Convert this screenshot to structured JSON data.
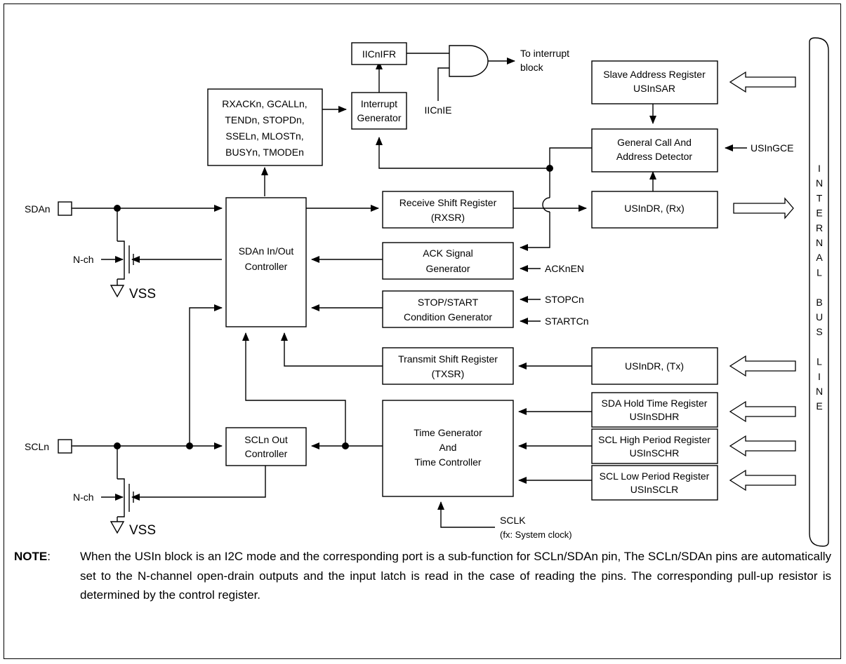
{
  "blocks": {
    "iicnifr": "IICnIFR",
    "to_interrupt": [
      "To interrupt",
      "block"
    ],
    "iicnie": "IICnIE",
    "interrupt_generator": [
      "Interrupt",
      "Generator"
    ],
    "status_flags": [
      "RXACKn, GCALLn,",
      "TENDn, STOPDn,",
      "SSELn, MLOSTn,",
      "BUSYn, TMODEn"
    ],
    "slave_address": [
      "Slave Address Register",
      "USInSAR"
    ],
    "general_call": [
      "General Call And",
      "Address Detector"
    ],
    "usingce": "USInGCE",
    "receive_shift": [
      "Receive Shift Register",
      "(RXSR)"
    ],
    "usindr_rx": "USInDR, (Rx)",
    "sdan_controller": [
      "SDAn In/Out",
      "Controller"
    ],
    "ack_generator": [
      "ACK Signal",
      "Generator"
    ],
    "acknen": "ACKnEN",
    "stop_start": [
      "STOP/START",
      "Condition Generator"
    ],
    "stopcn": "STOPCn",
    "startcn": "STARTCn",
    "transmit_shift": [
      "Transmit Shift Register",
      "(TXSR)"
    ],
    "usindr_tx": "USInDR, (Tx)",
    "time_generator": [
      "Time Generator",
      "And",
      "Time Controller"
    ],
    "sda_hold": [
      "SDA Hold Time Register",
      "USInSDHR"
    ],
    "scl_high": [
      "SCL High Period Register",
      "USInSCHR"
    ],
    "scl_low": [
      "SCL Low Period Register",
      "USInSCLR"
    ],
    "scln_out": [
      "SCLn Out",
      "Controller"
    ],
    "sclk": [
      "SCLK",
      "(fx: System clock)"
    ]
  },
  "pins": {
    "sdan": "SDAn",
    "scln": "SCLn",
    "nch_top": "N-ch",
    "nch_bottom": "N-ch",
    "vss_top": "VSS",
    "vss_bottom": "VSS"
  },
  "bus": {
    "letters": [
      "I",
      "N",
      "T",
      "E",
      "R",
      "N",
      "A",
      "L",
      "",
      "B",
      "U",
      "S",
      "",
      "L",
      "I",
      "N",
      "E"
    ]
  },
  "note": {
    "key": "NOTE",
    "separator": ":",
    "text": "When the USIn block is an I2C mode and the corresponding port is a sub-function for SCLn/SDAn pin, The SCLn/SDAn pins are automatically set to the N-channel open-drain outputs and the input latch is read in the case of reading the pins. The corresponding pull-up resistor is determined by the control register."
  }
}
